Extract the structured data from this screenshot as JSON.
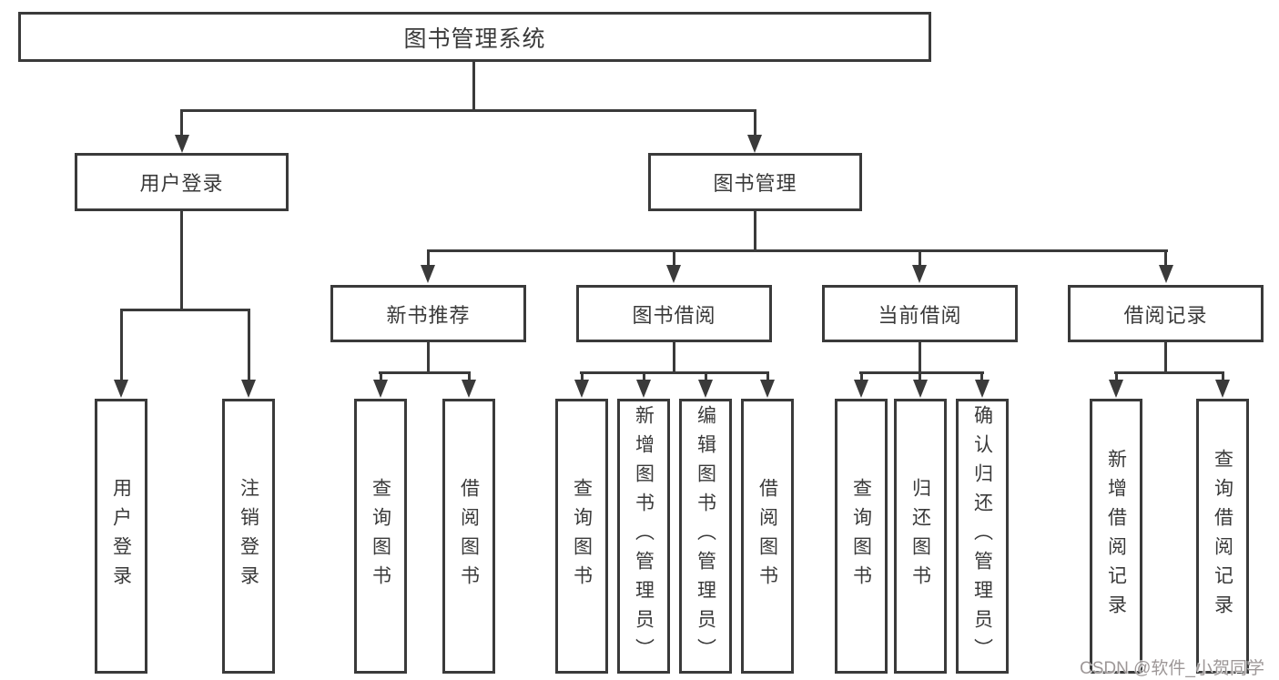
{
  "tree": {
    "root": "图书管理系统",
    "branches": [
      {
        "label": "用户登录",
        "children": [
          "用户登录",
          "注销登录"
        ]
      },
      {
        "label": "图书管理",
        "children": [
          {
            "label": "新书推荐",
            "children": [
              "查询图书",
              "借阅图书"
            ]
          },
          {
            "label": "图书借阅",
            "children": [
              "查询图书",
              "新增图书（管理员）",
              "编辑图书（管理员）",
              "借阅图书"
            ]
          },
          {
            "label": "当前借阅",
            "children": [
              "查询图书",
              "归还图书",
              "确认归还（管理员）"
            ]
          },
          {
            "label": "借阅记录",
            "children": [
              "新增借阅记录",
              "查询借阅记录"
            ]
          }
        ]
      }
    ]
  },
  "watermark": "CSDN @软件_小贺同学",
  "colors": {
    "line": "#3a3a3a",
    "box_border": "#3a3a3a",
    "box_fill": "#ffffff",
    "text": "#3a3a3a",
    "watermark": "#9d9797",
    "background": "#ffffff"
  }
}
